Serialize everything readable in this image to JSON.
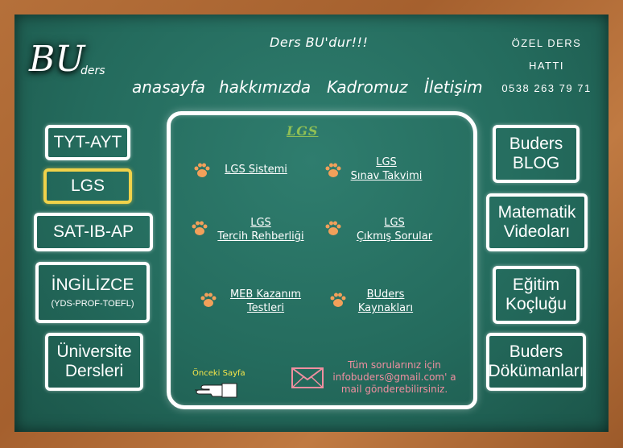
{
  "header": {
    "logo_main": "BU",
    "logo_sub": "ders",
    "tagline": "Ders BU'dur!!!",
    "hotline_title": "ÖZEL DERS HATTI",
    "hotline_phone": "0538 263 79 71"
  },
  "nav": [
    {
      "label": "anasayfa"
    },
    {
      "label": "hakkımızda"
    },
    {
      "label": "Kadromuz"
    },
    {
      "label": "İletişim"
    }
  ],
  "left_menu": [
    {
      "main": "TYT-AYT",
      "sub": ""
    },
    {
      "main": "LGS",
      "sub": "",
      "active": true
    },
    {
      "main": "SAT-IB-AP",
      "sub": ""
    },
    {
      "main": "İNGİLİZCE",
      "sub": "(YDS-PROF-TOEFL)"
    },
    {
      "main": "Üniversite",
      "sub": "Dersleri"
    }
  ],
  "right_menu": [
    {
      "line1": "Buders",
      "line2": "BLOG"
    },
    {
      "line1": "Matematik",
      "line2": "Videoları"
    },
    {
      "line1": "Eğitim",
      "line2": "Koçluğu"
    },
    {
      "line1": "Buders",
      "line2": "Dökümanları"
    }
  ],
  "content": {
    "title": "LGS",
    "links": [
      {
        "line1": "LGS Sistemi",
        "line2": ""
      },
      {
        "line1": "LGS",
        "line2": "Sınav Takvimi"
      },
      {
        "line1": "LGS",
        "line2": "Tercih Rehberliği"
      },
      {
        "line1": "LGS",
        "line2": "Çıkmış Sorular"
      },
      {
        "line1": "MEB Kazanım",
        "line2": "Testleri"
      },
      {
        "line1": "BUders",
        "line2": "Kaynakları"
      }
    ],
    "back_label": "Önceki Sayfa",
    "contact_line1": "Tüm sorularınız için",
    "contact_line2": "infobuders@gmail.com' a",
    "contact_line3": "mail gönderebilirsiniz."
  },
  "colors": {
    "board": "#246b5d",
    "frame": "#b5703a",
    "active_border": "#f0d24a",
    "title_green": "#8fbf55",
    "contact_pink": "#f08fa0",
    "back_yellow": "#f6e64a",
    "paw_orange": "#f2a05a"
  },
  "icons": [
    "paw-icon",
    "hand-pointer-icon",
    "envelope-icon"
  ]
}
